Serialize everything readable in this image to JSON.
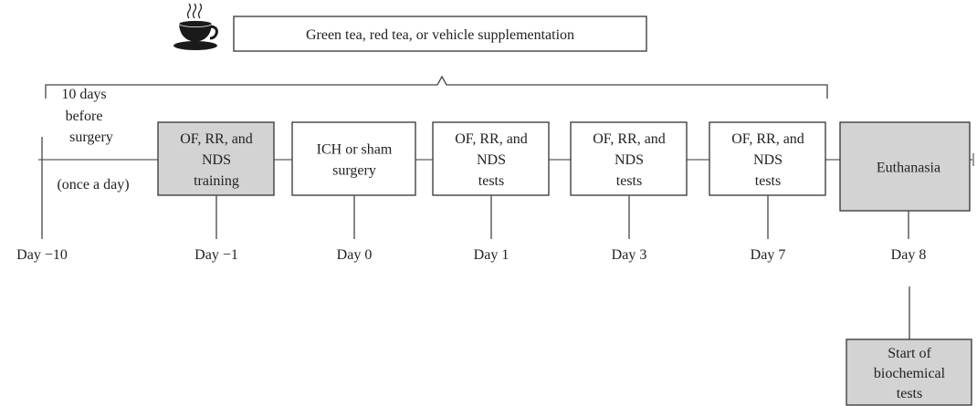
{
  "supplementation": {
    "label": "Green tea, red tea, or vehicle supplementation",
    "icon": "teacup-icon"
  },
  "pre_period": {
    "line1": "10 days",
    "line2": "before",
    "line3": "surgery",
    "line4": "(once a day)"
  },
  "steps": [
    {
      "lines": [
        "OF, RR, and",
        "NDS",
        "training"
      ],
      "fill": "#d3d3d3",
      "day": "Day −1"
    },
    {
      "lines": [
        "ICH or sham",
        "surgery"
      ],
      "fill": "#ffffff",
      "day": "Day 0"
    },
    {
      "lines": [
        "OF, RR, and",
        "NDS",
        "tests"
      ],
      "fill": "#ffffff",
      "day": "Day 1"
    },
    {
      "lines": [
        "OF, RR, and",
        "NDS",
        "tests"
      ],
      "fill": "#ffffff",
      "day": "Day 3"
    },
    {
      "lines": [
        "OF, RR, and",
        "NDS",
        "tests"
      ],
      "fill": "#ffffff",
      "day": "Day 7"
    },
    {
      "lines": [
        "Euthanasia"
      ],
      "fill": "#d3d3d3",
      "day": "Day 8"
    }
  ],
  "start_day": "Day −10",
  "biochem": {
    "lines": [
      "Start of",
      "biochemical",
      "tests"
    ],
    "fill": "#d3d3d3"
  }
}
